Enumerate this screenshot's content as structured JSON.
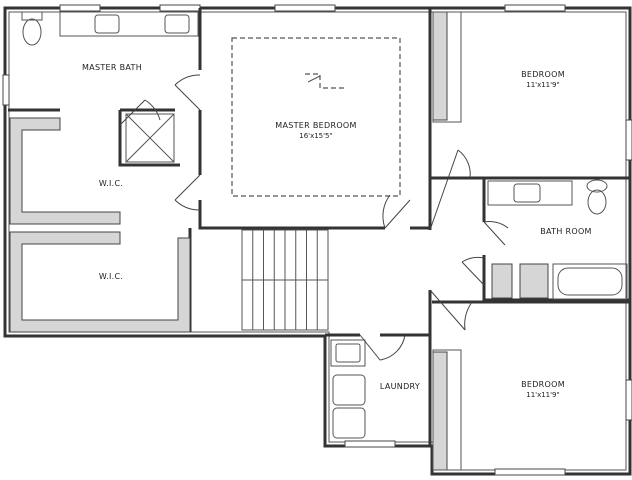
{
  "rooms": {
    "master_bath": {
      "name": "MASTER BATH"
    },
    "master_bedroom": {
      "name": "MASTER BEDROOM",
      "size": "16'x15'5\""
    },
    "wic_upper": {
      "name": "W.I.C."
    },
    "wic_lower": {
      "name": "W.I.C."
    },
    "bedroom_top": {
      "name": "BEDROOM",
      "size": "11'x11'9\""
    },
    "bath_room": {
      "name": "BATH ROOM"
    },
    "laundry": {
      "name": "LAUNDRY"
    },
    "bedroom_bottom": {
      "name": "BEDROOM",
      "size": "11'x11'9\""
    }
  },
  "colors": {
    "wall": "#333333",
    "shelf_fill": "#d6d6d6"
  }
}
